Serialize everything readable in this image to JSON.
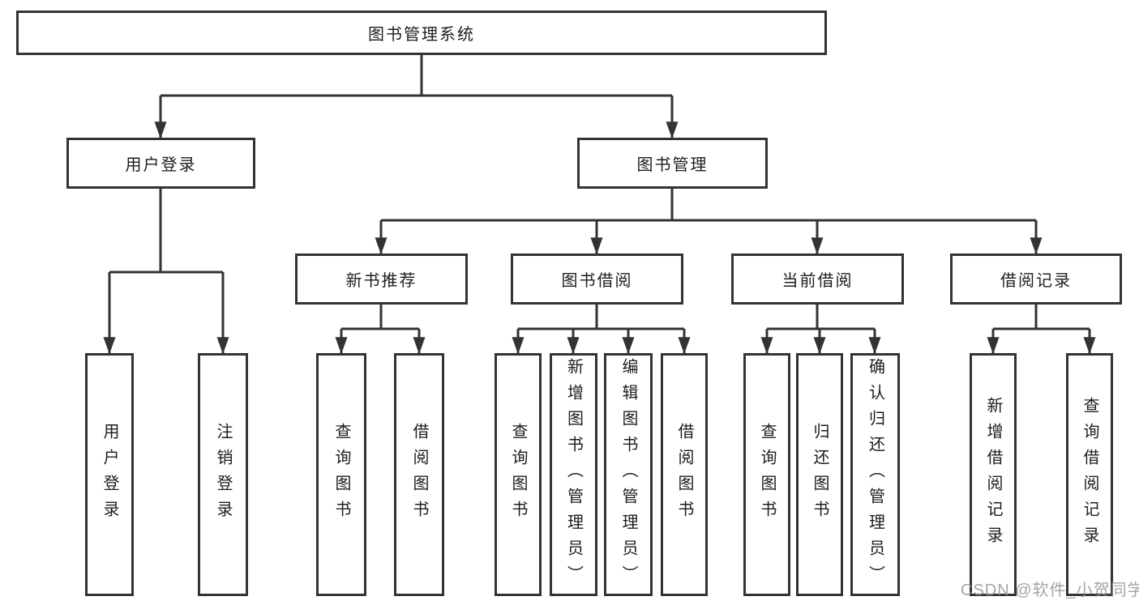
{
  "colors": {
    "line": "#333333",
    "box_border": "#333333",
    "text": "#1d1d1d",
    "watermark": "#949494",
    "background": "#ffffff"
  },
  "watermark": {
    "text": "CSDN @软件_小贺同学"
  },
  "tree": {
    "root": {
      "label": "图书管理系统",
      "children": [
        {
          "label": "用户登录",
          "children": [
            {
              "label": "用户登录"
            },
            {
              "label": "注销登录"
            }
          ]
        },
        {
          "label": "图书管理",
          "children": [
            {
              "label": "新书推荐",
              "children": [
                {
                  "label": "查询图书"
                },
                {
                  "label": "借阅图书"
                }
              ]
            },
            {
              "label": "图书借阅",
              "children": [
                {
                  "label": "查询图书"
                },
                {
                  "label": "新增图书（管理员）"
                },
                {
                  "label": "编辑图书（管理员）"
                },
                {
                  "label": "借阅图书"
                }
              ]
            },
            {
              "label": "当前借阅",
              "children": [
                {
                  "label": "查询图书"
                },
                {
                  "label": "归还图书"
                },
                {
                  "label": "确认归还（管理员）"
                }
              ]
            },
            {
              "label": "借阅记录",
              "children": [
                {
                  "label": "新增借阅记录"
                },
                {
                  "label": "查询借阅记录"
                }
              ]
            }
          ]
        }
      ]
    }
  }
}
